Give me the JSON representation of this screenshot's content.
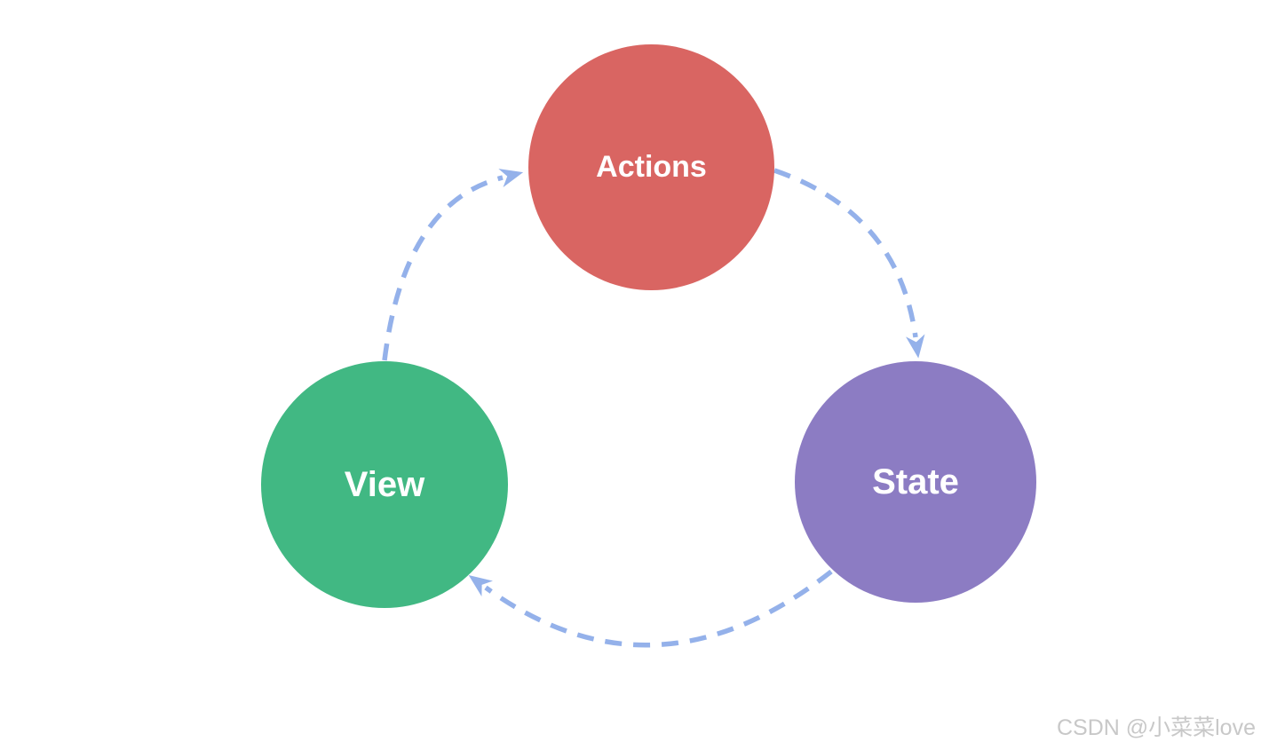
{
  "diagram": {
    "nodes": [
      {
        "id": "actions",
        "label": "Actions",
        "color": "#d96562",
        "shape": "circle",
        "position": "top-center"
      },
      {
        "id": "view",
        "label": "View",
        "color": "#41b883",
        "shape": "circle",
        "position": "bottom-left"
      },
      {
        "id": "state",
        "label": "State",
        "color": "#8c7cc3",
        "shape": "circle",
        "position": "bottom-right"
      }
    ],
    "edges": [
      {
        "from": "view",
        "to": "actions",
        "style": "dashed-curved-arrow"
      },
      {
        "from": "actions",
        "to": "state",
        "style": "dashed-curved-arrow"
      },
      {
        "from": "state",
        "to": "view",
        "style": "dashed-curved-arrow"
      }
    ]
  },
  "theme": {
    "node-actions": "#d96562",
    "node-view": "#41b883",
    "node-state": "#8c7cc3",
    "arrow": "#94b1ea",
    "watermark": "#c8c8c8"
  },
  "watermark": {
    "text": "CSDN @小菜菜love"
  }
}
